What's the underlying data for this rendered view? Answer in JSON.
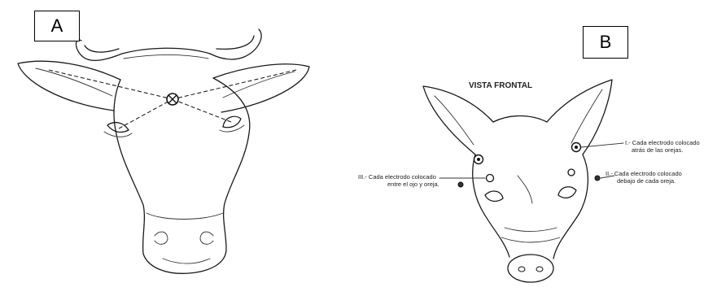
{
  "panels": {
    "a": {
      "label": "A"
    },
    "b": {
      "label": "B",
      "title": "VISTA FRONTAL",
      "annotations": {
        "i_line1": "I.- Cada electrodo colocado",
        "i_line2": "atrás de las orejas.",
        "ii_line1": "II.- Cada electrodo colocado",
        "ii_line2": "debajo de cada oreja.",
        "iii_line1": "III.- Cada electrodo colocado",
        "iii_line2": "entre el ojo y oreja."
      }
    }
  }
}
